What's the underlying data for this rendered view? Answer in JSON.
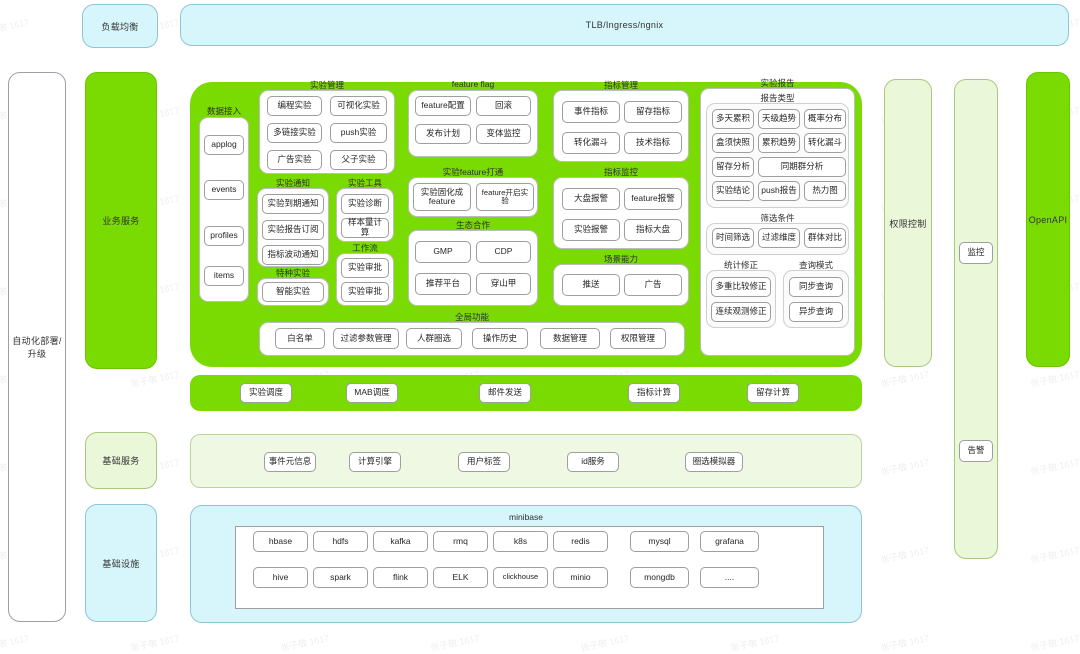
{
  "lanes": {
    "auto_deploy": "自动化部署/升级",
    "load_balance": "负载均衡",
    "business_service": "业务服务",
    "basic_service": "基础服务",
    "infrastructure": "基础设施"
  },
  "top_bar": {
    "label": "TLB/Ingress/ngnix"
  },
  "right_lanes": {
    "auth_control": "权限控制",
    "monitor": "监控",
    "alarm": "告警",
    "openapi": "OpenAPI"
  },
  "data_ingest": {
    "title": "数据接入",
    "items": [
      "applog",
      "events",
      "profiles",
      "items"
    ]
  },
  "experiment_mgmt": {
    "title": "实验管理",
    "items": [
      "编程实验",
      "可视化实验",
      "多链接实验",
      "push实验",
      "广告实验",
      "父子实验"
    ]
  },
  "feature_flag": {
    "title": "feature flag",
    "items": [
      "feature配置",
      "回滚",
      "发布计划",
      "变体监控"
    ]
  },
  "experiment_notify": {
    "title": "实验通知",
    "items": [
      "实验到期通知",
      "实验报告订阅",
      "指标波动通知"
    ]
  },
  "special_experiment": {
    "title": "特种实验",
    "items": [
      "智能实验"
    ]
  },
  "experiment_tools": {
    "title": "实验工具",
    "items": [
      "实验诊断",
      "样本量计算"
    ]
  },
  "workflow": {
    "title": "工作流",
    "items": [
      "实验审批",
      "实验审批"
    ]
  },
  "feature_link": {
    "title": "实验feature打通",
    "items": [
      "实验固化成feature",
      "feature开启实验"
    ]
  },
  "eco_cooperation": {
    "title": "生态合作",
    "items": [
      "GMP",
      "CDP",
      "推荐平台",
      "穿山甲"
    ]
  },
  "metric_mgmt": {
    "title": "指标管理",
    "items": [
      "事件指标",
      "留存指标",
      "转化漏斗",
      "技术指标"
    ]
  },
  "metric_monitor": {
    "title": "指标监控",
    "items": [
      "大盘报警",
      "feature报警",
      "实验报警",
      "指标大盘"
    ]
  },
  "scene_ability": {
    "title": "场景能力",
    "items": [
      "推送",
      "广告"
    ]
  },
  "global_function": {
    "title": "全局功能",
    "items": [
      "白名单",
      "过滤参数管理",
      "人群圈选",
      "操作历史",
      "数据管理",
      "权限管理"
    ]
  },
  "experiment_report": {
    "title": "实验报告",
    "report_type": {
      "title": "报告类型",
      "items": [
        "多天累积",
        "天级趋势",
        "概率分布",
        "盒须快照",
        "累积趋势",
        "转化漏斗",
        "留存分析",
        "同期群分析",
        "实验结论",
        "push报告",
        "热力图"
      ]
    },
    "filter_conditions": {
      "title": "筛选条件",
      "items": [
        "时间筛选",
        "过滤维度",
        "群体对比"
      ]
    },
    "statistic_correction": {
      "title": "统计修正",
      "items": [
        "多重比较修正",
        "连续观测修正"
      ]
    },
    "query_mode": {
      "title": "查询模式",
      "items": [
        "同步查询",
        "异步查询"
      ]
    }
  },
  "scheduler_bar": {
    "items": [
      "实验调度",
      "MAB调度",
      "邮件发送",
      "指标计算",
      "留存计算"
    ]
  },
  "basic_service_bar": {
    "items": [
      "事件元信息",
      "计算引擎",
      "用户标签",
      "id服务",
      "圈选模拟器"
    ]
  },
  "minibase": {
    "title": "minibase",
    "row1": [
      "hbase",
      "hdfs",
      "kafka",
      "rmq",
      "k8s",
      "redis",
      "mysql",
      "grafana"
    ],
    "row2": [
      "hive",
      "spark",
      "flink",
      "ELK",
      "clickhouse",
      "minio",
      "mongdb",
      "...."
    ]
  },
  "colors": {
    "green": "#79DB02",
    "light_green": "#eaf7d9",
    "light_blue": "#d6f6fb",
    "chip_border": "#9e9e9e"
  },
  "watermark": {
    "text": "张子敬 1617"
  }
}
